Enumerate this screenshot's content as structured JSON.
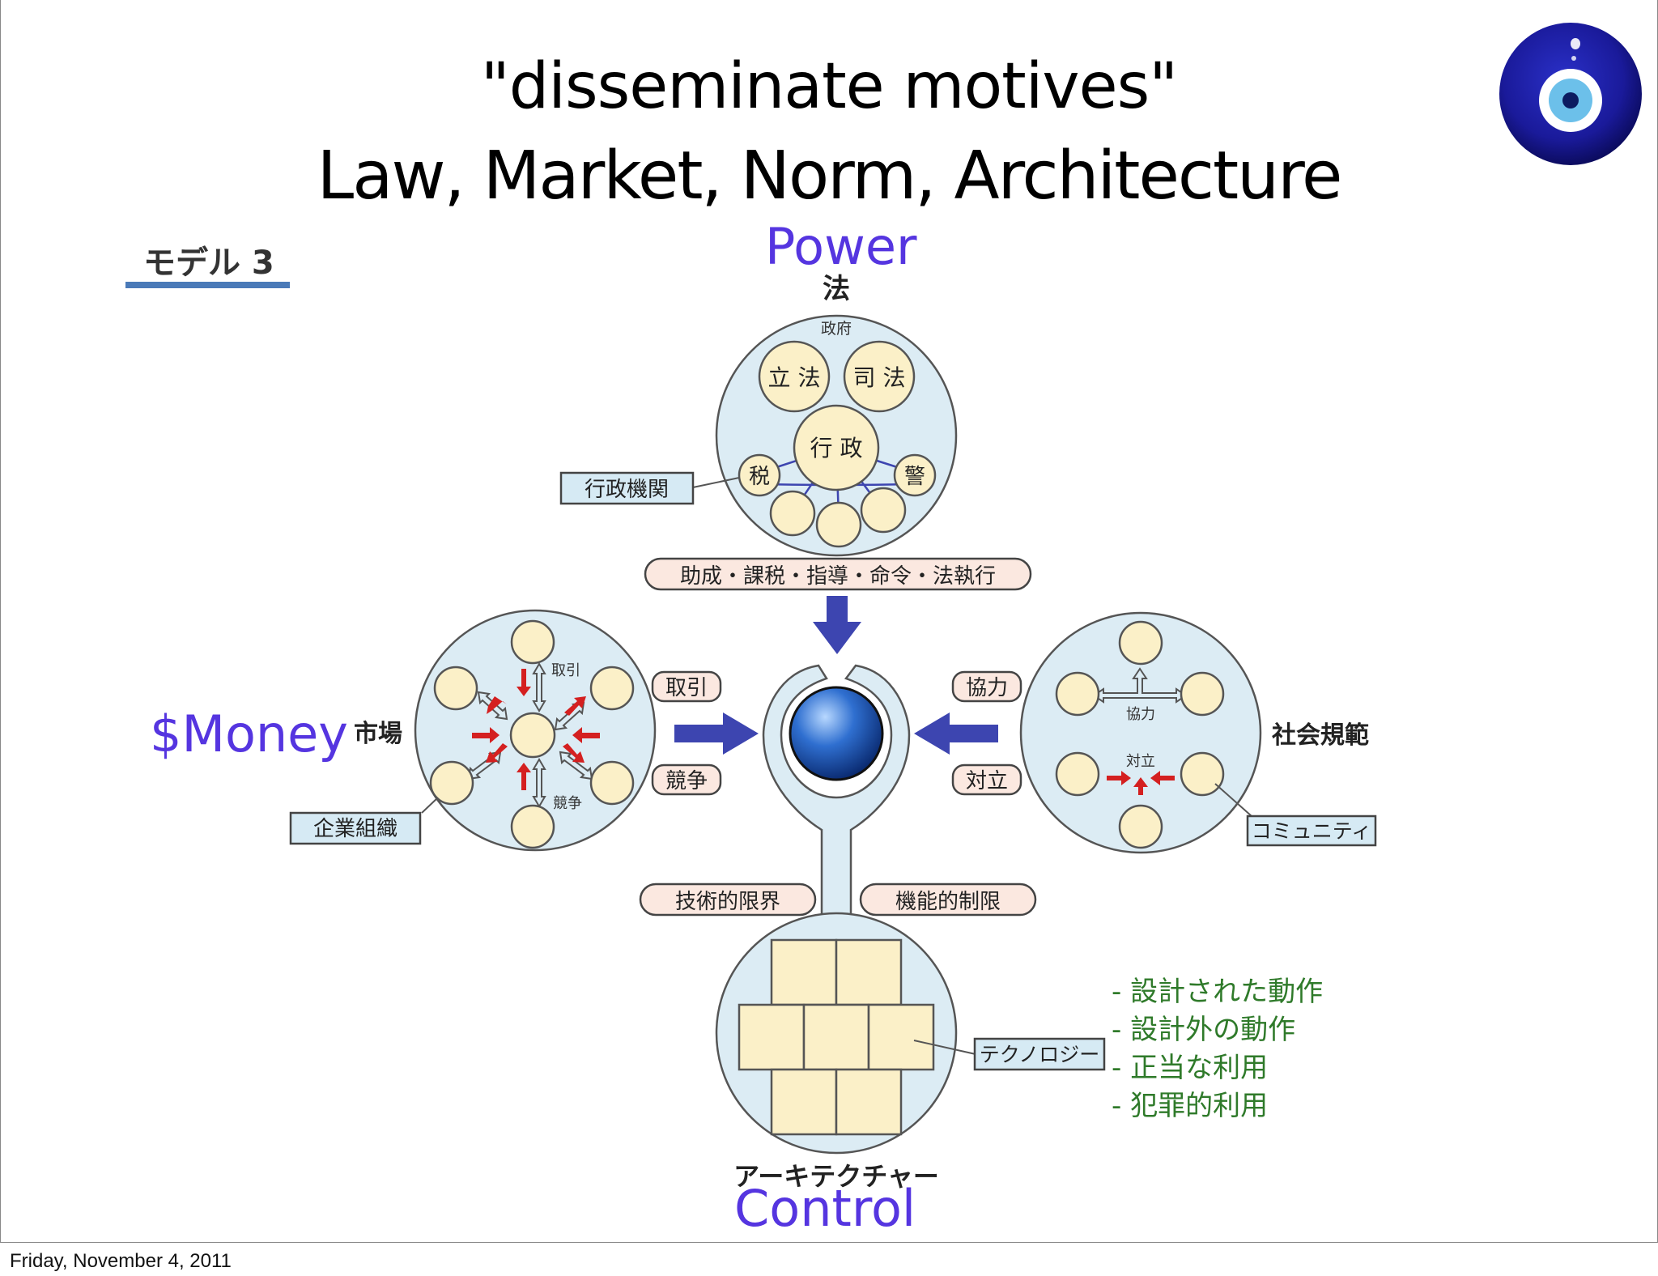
{
  "slide": {
    "title_line1": "\"disseminate motives\"",
    "title_line2": "Law, Market, Norm, Architecture"
  },
  "overlay_labels": {
    "power": "Power",
    "money": "$Money",
    "control": "Control"
  },
  "footer_date": "Friday, November 4, 2011",
  "diagram": {
    "model_label": "モデル 3",
    "law": {
      "title": "法",
      "government": "政府",
      "legislative": "立 法",
      "judicial": "司 法",
      "executive": "行 政",
      "tax": "税",
      "police": "警",
      "agencies": "行政機関"
    },
    "law_actions": "助成・課税・指導・命令・法執行",
    "market": {
      "title": "市場",
      "trade": "取引",
      "competition": "競争",
      "companies": "企業組織"
    },
    "norms": {
      "title": "社会規範",
      "cooperation": "協力",
      "conflict": "対立",
      "community": "コミュニティ"
    },
    "side_labels": {
      "trade": "取引",
      "competition": "競争",
      "cooperation": "協力",
      "conflict": "対立"
    },
    "architecture": {
      "title": "アーキテクチャー",
      "tech_limits": "技術的限界",
      "functional_limits": "機能的制限",
      "technology": "テクノロジー"
    }
  },
  "behavior_list": [
    "- 設計された動作",
    "- 設計外の動作",
    "- 正当な利用",
    "- 犯罪的利用"
  ],
  "colors": {
    "accent_blue": "#5535e0",
    "circle_fill": "#dcecf4",
    "node_fill": "#fbf0c8",
    "arrow_blue": "#3d45b0",
    "arrow_red": "#d42020",
    "list_green": "#2f7a2a",
    "tag_fill": "#fbe8e0"
  }
}
